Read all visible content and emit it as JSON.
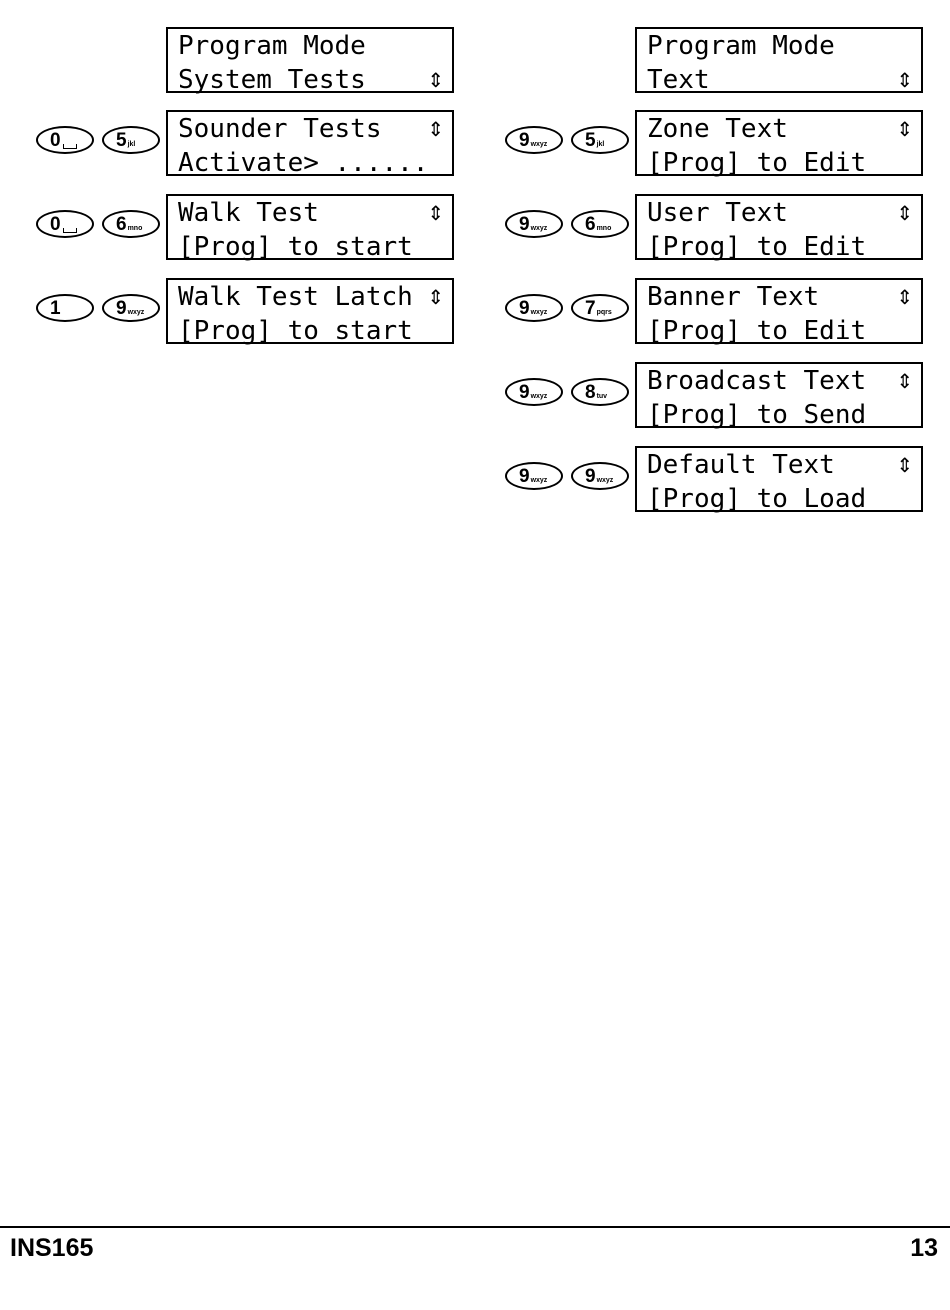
{
  "left_column": {
    "header": {
      "line1": "Program Mode",
      "line2": "System Tests",
      "arrow": "⇕"
    },
    "items": [
      {
        "key1": {
          "num": "0",
          "sub": ""
        },
        "key2": {
          "num": "5",
          "sub": "jkl"
        },
        "line1": "Sounder Tests",
        "line2": "Activate> ......",
        "arrow": "⇕"
      },
      {
        "key1": {
          "num": "0",
          "sub": ""
        },
        "key2": {
          "num": "6",
          "sub": "mno"
        },
        "line1": "Walk Test",
        "line2": "[Prog] to start",
        "arrow": "⇕"
      },
      {
        "key1": {
          "num": "1",
          "sub": ""
        },
        "key2": {
          "num": "9",
          "sub": "wxyz"
        },
        "line1": "Walk Test Latch",
        "line2": "[Prog] to start",
        "arrow": "⇕"
      }
    ]
  },
  "right_column": {
    "header": {
      "line1": "Program Mode",
      "line2": "Text",
      "arrow": "⇕"
    },
    "items": [
      {
        "key1": {
          "num": "9",
          "sub": "wxyz"
        },
        "key2": {
          "num": "5",
          "sub": "jkl"
        },
        "line1": "Zone Text",
        "line2": "[Prog] to Edit",
        "arrow": "⇕"
      },
      {
        "key1": {
          "num": "9",
          "sub": "wxyz"
        },
        "key2": {
          "num": "6",
          "sub": "mno"
        },
        "line1": "User Text",
        "line2": "[Prog] to Edit",
        "arrow": "⇕"
      },
      {
        "key1": {
          "num": "9",
          "sub": "wxyz"
        },
        "key2": {
          "num": "7",
          "sub": "pqrs"
        },
        "line1": "Banner Text",
        "line2": "[Prog] to Edit",
        "arrow": "⇕"
      },
      {
        "key1": {
          "num": "9",
          "sub": "wxyz"
        },
        "key2": {
          "num": "8",
          "sub": "tuv"
        },
        "line1": "Broadcast Text",
        "line2": "[Prog] to Send",
        "arrow": "⇕"
      },
      {
        "key1": {
          "num": "9",
          "sub": "wxyz"
        },
        "key2": {
          "num": "9",
          "sub": "wxyz"
        },
        "line1": "Default Text",
        "line2": "[Prog] to Load",
        "arrow": "⇕"
      }
    ]
  },
  "footer": {
    "doc_id": "INS165",
    "page_number": "13"
  }
}
